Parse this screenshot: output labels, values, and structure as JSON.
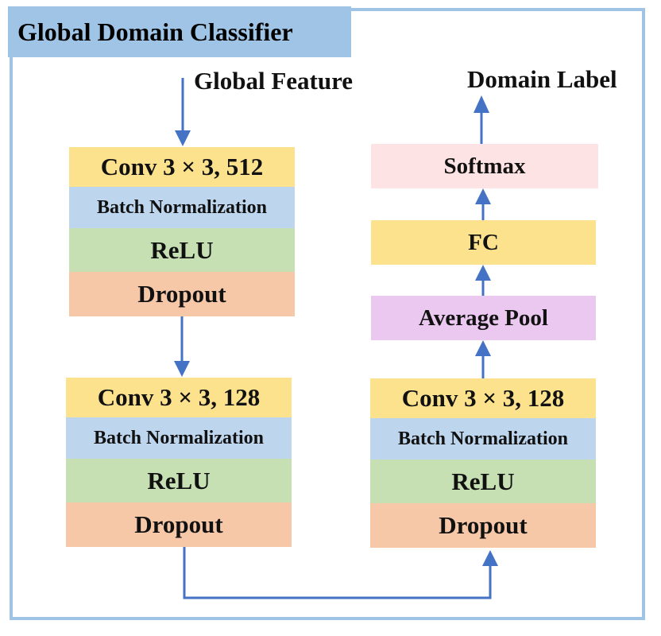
{
  "title": "Global Domain Classifier",
  "input_label": "Global Feature",
  "output_label": "Domain Label",
  "block1": {
    "conv": "Conv 3 × 3, 512",
    "bn": "Batch Normalization",
    "relu": "ReLU",
    "dropout": "Dropout"
  },
  "block2": {
    "conv": "Conv 3 × 3, 128",
    "bn": "Batch Normalization",
    "relu": "ReLU",
    "dropout": "Dropout"
  },
  "block3": {
    "conv": "Conv 3 × 3, 128",
    "bn": "Batch Normalization",
    "relu": "ReLU",
    "dropout": "Dropout"
  },
  "head": {
    "pool": "Average Pool",
    "fc": "FC",
    "softmax": "Softmax"
  },
  "colors": {
    "border": "#9fc4e6",
    "arrow": "#4472c4",
    "conv": "#fde28e",
    "bn": "#bdd6ee",
    "relu": "#c6e0b4",
    "dropout": "#f7c8a8",
    "softmax": "#fde3e3",
    "pool": "#ebc8f0"
  }
}
